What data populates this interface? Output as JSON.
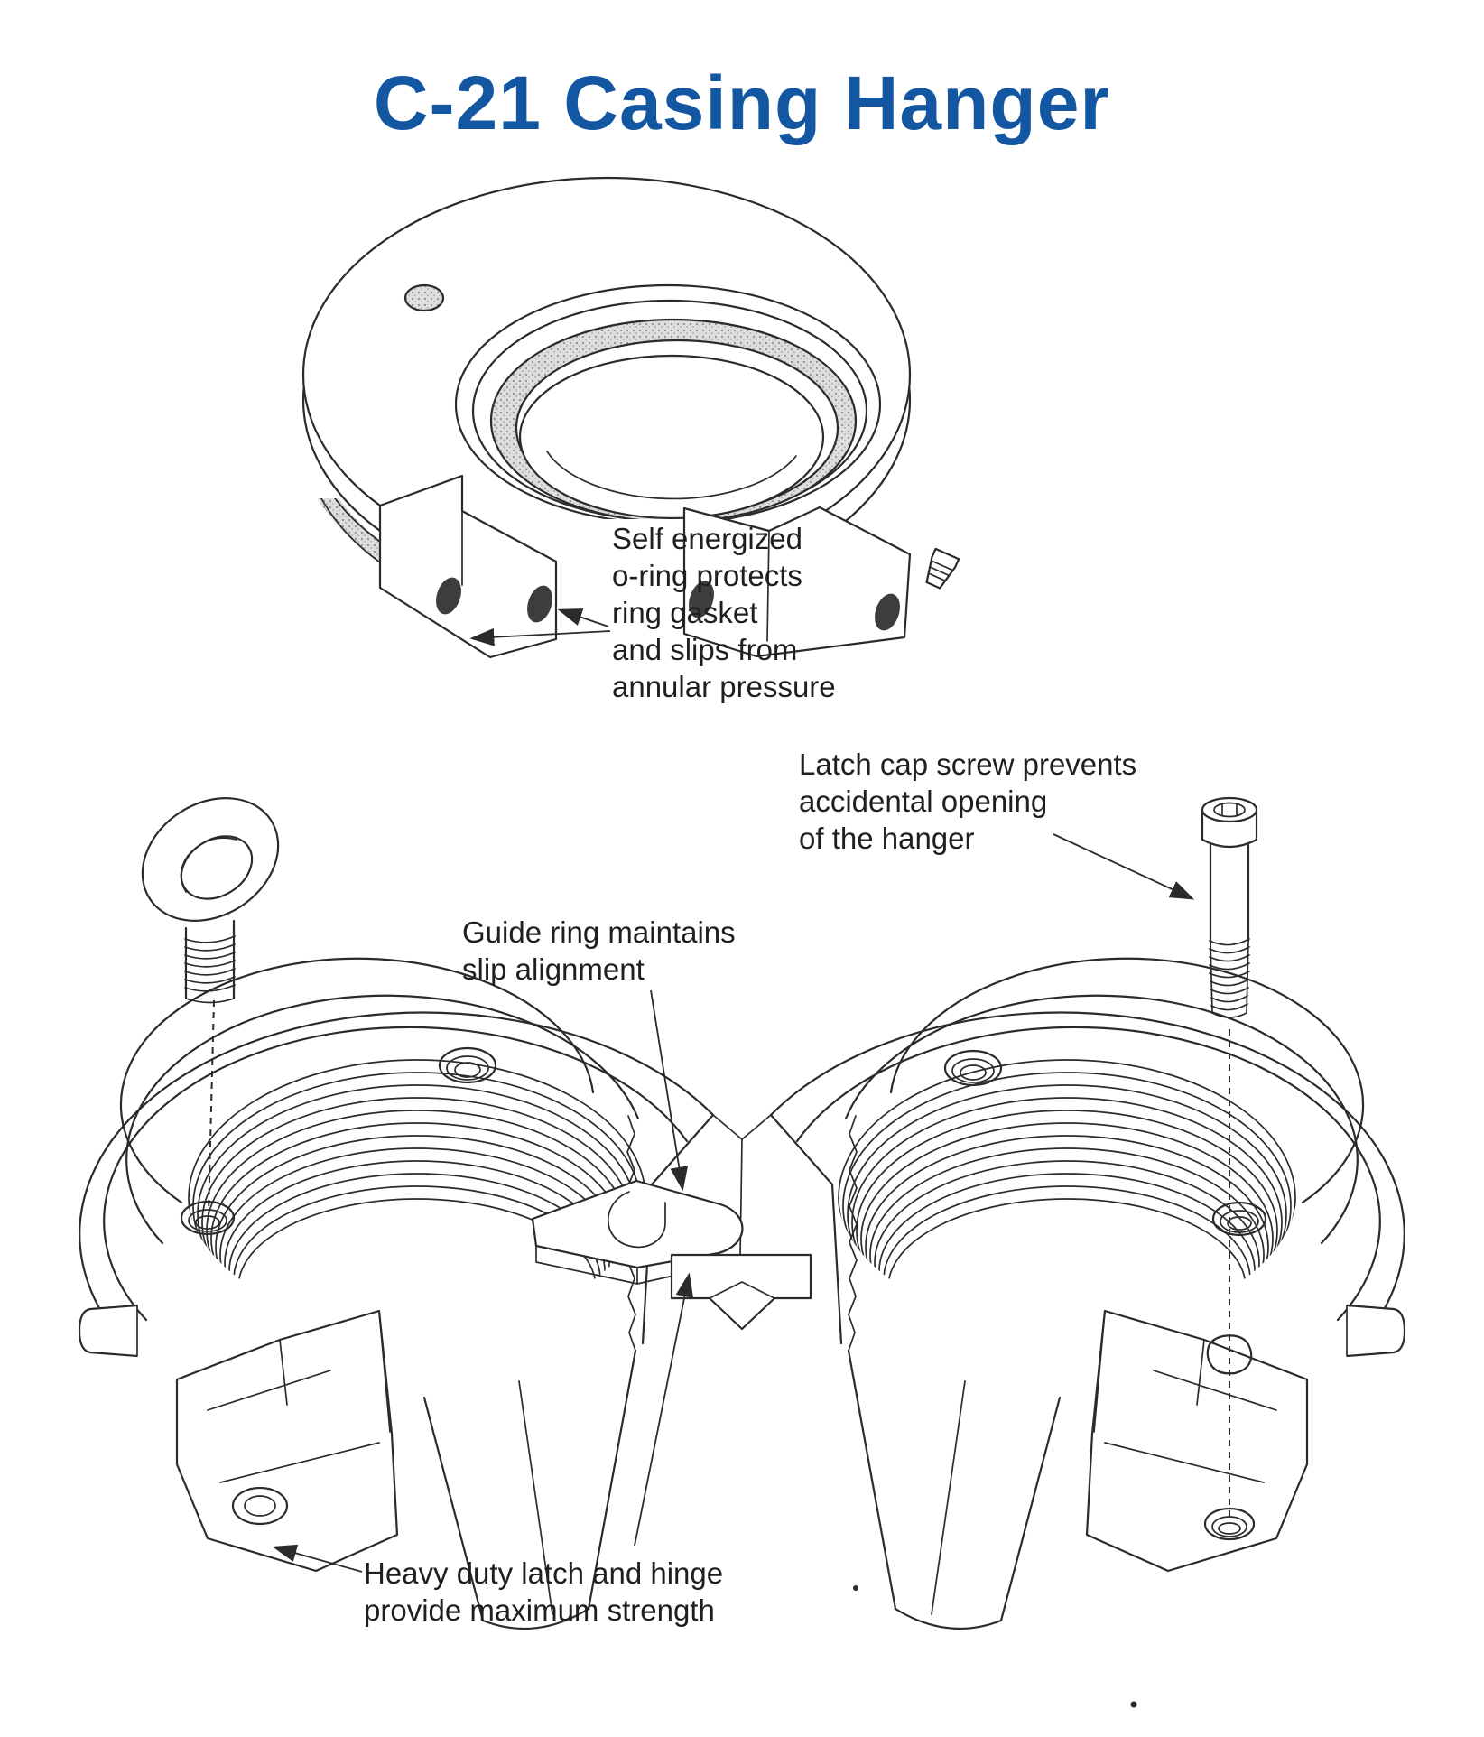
{
  "title": {
    "text": "C-21 Casing Hanger",
    "color": "#1356a2"
  },
  "annotations": {
    "oring": {
      "text": "Self energized\no-ring protects\nring gasket\nand slips from\nannular pressure"
    },
    "latch_screw": {
      "text": "Latch cap screw prevents\naccidental opening\nof the hanger"
    },
    "guide_ring": {
      "text": "Guide ring maintains\nslip alignment"
    },
    "latch_hinge": {
      "text": "Heavy duty latch and hinge\nprovide maximum strength"
    }
  },
  "colors": {
    "ink": "#2b2b2b",
    "background": "#ffffff",
    "gasket_stipple": "#9e9e9e",
    "oring_fill": "#3d3d3d"
  }
}
